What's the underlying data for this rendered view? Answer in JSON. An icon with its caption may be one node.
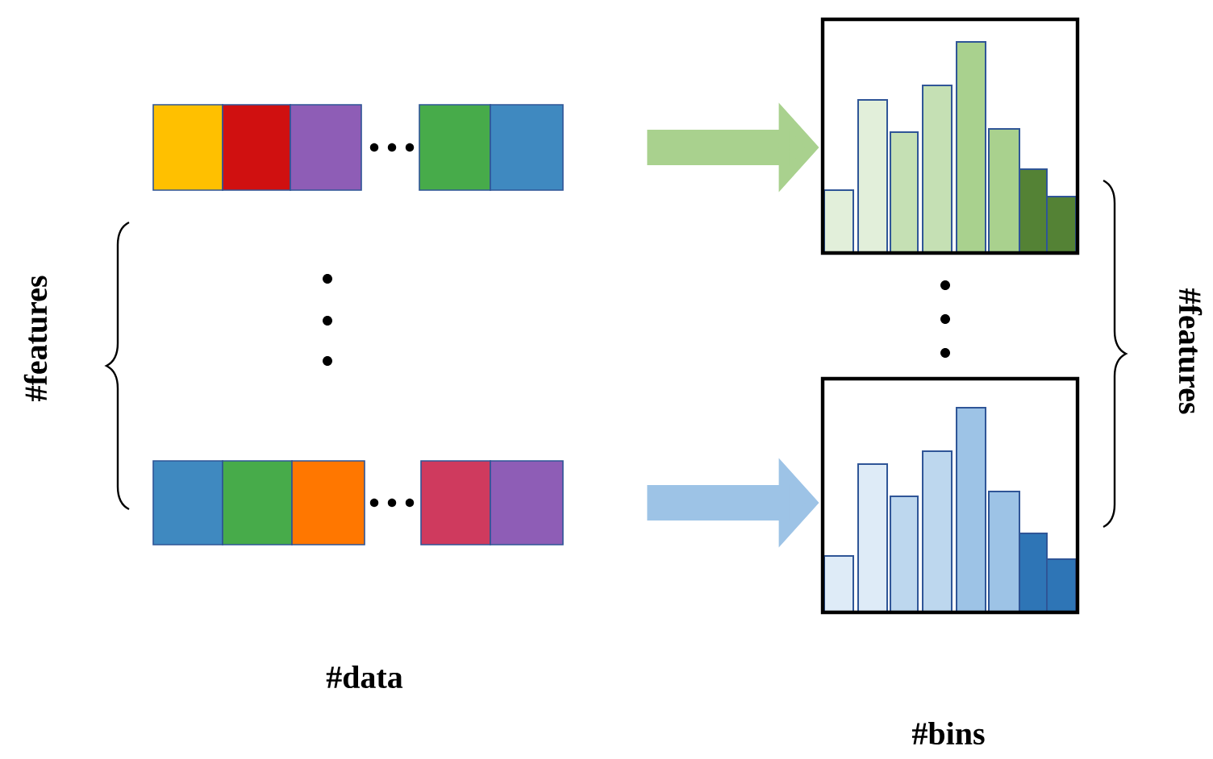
{
  "diagram": {
    "nodes": [
      {
        "text": [],
        "shape": "box"
      },
      {
        "text": [],
        "shape": "box"
      },
      {
        "text": [],
        "shape": "chart"
      },
      {
        "text": [],
        "shape": "chart"
      }
    ],
    "edges": [
      {
        "from": 0,
        "to": 2,
        "arrow": "to",
        "color": "#a9d18e"
      },
      {
        "from": 1,
        "to": 3,
        "arrow": "to",
        "color": "#9dc3e6"
      }
    ],
    "labels": [
      "#features",
      "#data",
      "#features",
      "#bins"
    ]
  }
}
